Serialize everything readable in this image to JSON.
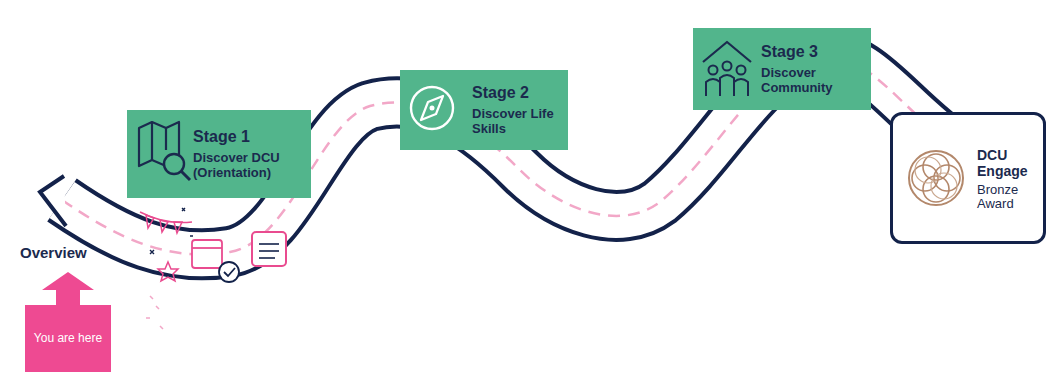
{
  "diagram": {
    "nodes": [
      {
        "text": [
          "Stage 1",
          "Discover DCU (Orientation)"
        ]
      },
      {
        "text": [
          "Stage 2",
          "Discover Life Skills"
        ]
      },
      {
        "text": [
          "Stage 3",
          "Discover Community"
        ]
      },
      {
        "text": [
          "DCU Engage",
          "Bronze Award"
        ]
      },
      {
        "text": [
          "You are here"
        ]
      }
    ],
    "labels": [
      "Overview"
    ]
  }
}
